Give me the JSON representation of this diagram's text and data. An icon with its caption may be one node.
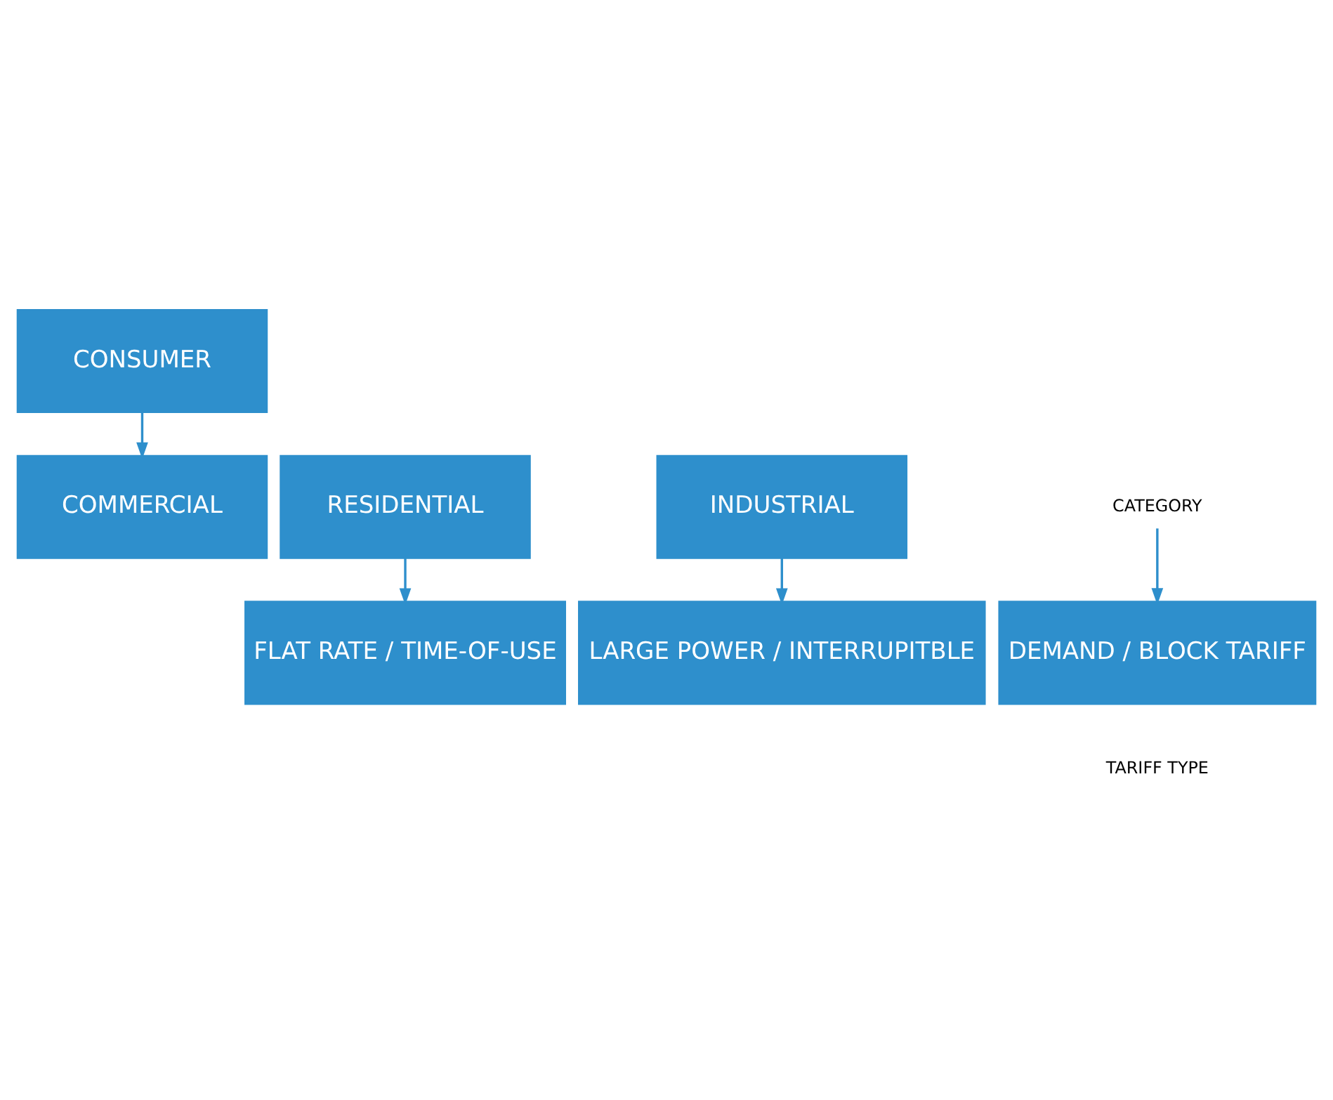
{
  "diagram": {
    "nodes": [
      {
        "text": [
          "CONSUMER"
        ]
      },
      {
        "text": [
          "RESIDENTIAL"
        ]
      },
      {
        "text": [
          "COMMERCIAL"
        ]
      },
      {
        "text": [
          "INDUSTRIAL"
        ]
      },
      {
        "text": [
          "CATEGORY"
        ]
      },
      {
        "text": [
          "FLAT RATE / TIME-OF-USE"
        ]
      },
      {
        "text": [
          "DEMAND / BLOCK TARIFF"
        ]
      },
      {
        "text": [
          "LARGE POWER / INTERRUPITBLE"
        ]
      }
    ],
    "edges": [
      {
        "from": 0,
        "to": 2,
        "arrow": "to"
      },
      {
        "from": 1,
        "to": 5,
        "arrow": "to"
      },
      {
        "from": 4,
        "to": 6,
        "arrow": "to"
      },
      {
        "from": 3,
        "to": 7,
        "arrow": "to"
      }
    ],
    "labels": [
      "TARIFF TYPE"
    ]
  }
}
